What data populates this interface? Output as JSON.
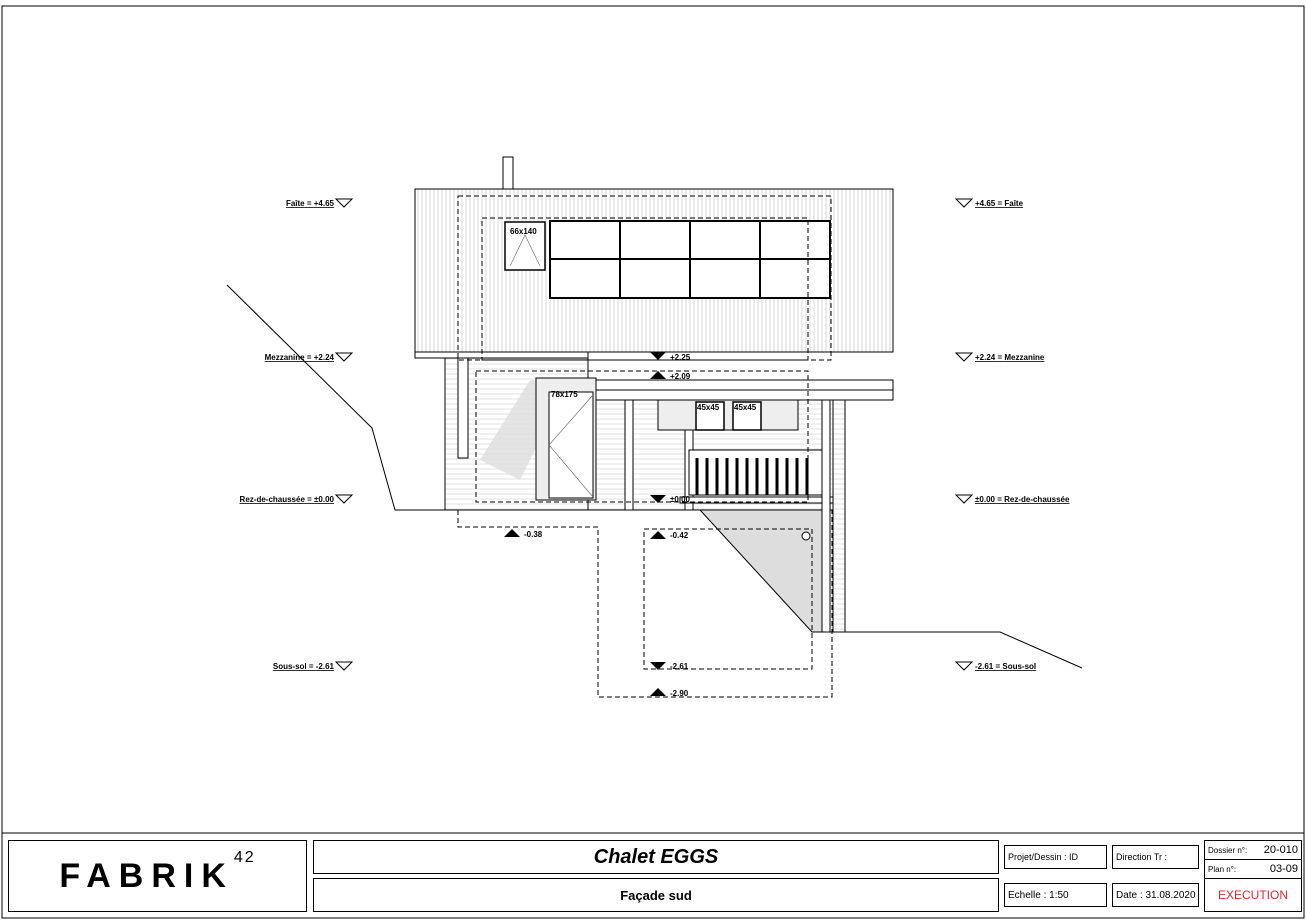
{
  "drawing": {
    "levels_left": [
      {
        "name": "Faîte",
        "value": "+4.65"
      },
      {
        "name": "Mezzanine",
        "value": "+2.24"
      },
      {
        "name": "Rez-de-chaussée",
        "value": "±0.00"
      },
      {
        "name": "Sous-sol",
        "value": "-2.61"
      }
    ],
    "levels_right": [
      {
        "name": "Faîte",
        "value": "+4.65"
      },
      {
        "name": "Mezzanine",
        "value": "+2.24"
      },
      {
        "name": "Rez-de-chaussée",
        "value": "±0.00"
      },
      {
        "name": "Sous-sol",
        "value": "-2.61"
      }
    ],
    "markers": [
      "+2.25",
      "+2.09",
      "±0.00",
      "-0.38",
      "-0.42",
      "-2.61",
      "-2.90"
    ],
    "window_labels": [
      "66x140",
      "78x175",
      "45x45",
      "45x45"
    ]
  },
  "title_block": {
    "logo": "FABRIK",
    "logo_sup": "42",
    "project": "Chalet EGGS",
    "sheet": "Façade sud",
    "projet_dessin": "Projet/Dessin : ID",
    "direction": "Direction Tr :",
    "echelle": "Echelle : 1:50",
    "date": "Date : 31.08.2020",
    "dossier_label": "Dossier n°:",
    "dossier": "20-010",
    "plan_label": "Plan n°:",
    "plan": "03-09",
    "status": "EXECUTION",
    "status_color": "#e0262b"
  }
}
